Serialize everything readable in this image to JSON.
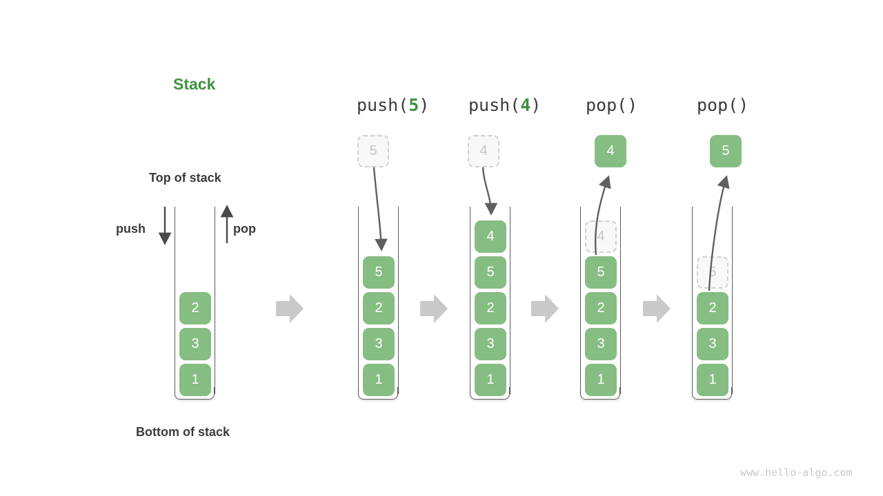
{
  "title": "Stack",
  "labels": {
    "top_of_stack": "Top of stack",
    "bottom_of_stack": "Bottom of stack",
    "push": "push",
    "pop": "pop"
  },
  "watermark": "www.hello-algo.com",
  "colors": {
    "accent_green": "#3f9142",
    "cell_green": "#86bd82",
    "ghost_border": "#cfcfcf",
    "ghost_text": "#c6c6c6",
    "flow_arrow": "#c9c9c9",
    "text_dark": "#3b3b3b",
    "container_stroke": "#5a5a5a",
    "watermark": "#c9c9c9"
  },
  "steps": [
    {
      "id": "initial",
      "op_prefix": "",
      "op_arg": "",
      "op_suffix": "",
      "stack": [
        "2",
        "3",
        "1"
      ],
      "ghost_top": null,
      "ghost_in_stack": null,
      "popped": null
    },
    {
      "id": "push-5",
      "op_prefix": "push(",
      "op_arg": "5",
      "op_suffix": ")",
      "stack": [
        "5",
        "2",
        "3",
        "1"
      ],
      "ghost_top": "5",
      "ghost_in_stack": null,
      "popped": null
    },
    {
      "id": "push-4",
      "op_prefix": "push(",
      "op_arg": "4",
      "op_suffix": ")",
      "stack": [
        "4",
        "5",
        "2",
        "3",
        "1"
      ],
      "ghost_top": "4",
      "ghost_in_stack": null,
      "popped": null
    },
    {
      "id": "pop-4",
      "op_prefix": "pop(",
      "op_arg": "",
      "op_suffix": ")",
      "stack": [
        "5",
        "2",
        "3",
        "1"
      ],
      "ghost_top": null,
      "ghost_in_stack": "4",
      "popped": "4"
    },
    {
      "id": "pop-5",
      "op_prefix": "pop(",
      "op_arg": "",
      "op_suffix": ")",
      "stack": [
        "2",
        "3",
        "1"
      ],
      "ghost_top": null,
      "ghost_in_stack": "5",
      "popped": "5"
    }
  ]
}
